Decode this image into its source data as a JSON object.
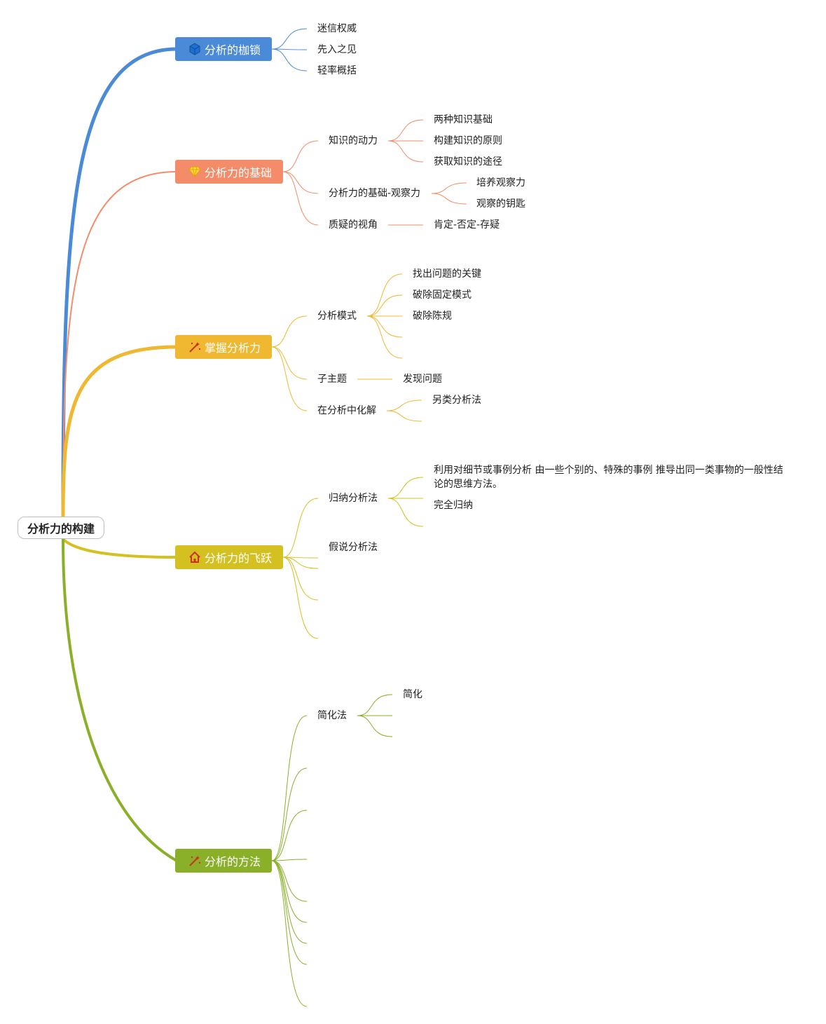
{
  "root": {
    "label": "分析力的构建"
  },
  "branches": [
    {
      "label": "分析的枷锁",
      "color": "#4a8ad6",
      "icon": "cube-icon",
      "children": [
        {
          "label": "迷信权威"
        },
        {
          "label": "先入之见"
        },
        {
          "label": "轻率概括"
        }
      ]
    },
    {
      "label": "分析力的基础",
      "color": "#f48c6a",
      "icon": "diamond-icon",
      "children": [
        {
          "label": "知识的动力",
          "children": [
            {
              "label": "两种知识基础"
            },
            {
              "label": "构建知识的原则"
            },
            {
              "label": "获取知识的途径"
            }
          ]
        },
        {
          "label": "分析力的基础-观察力",
          "children": [
            {
              "label": "培养观察力"
            },
            {
              "label": "观察的钥匙"
            }
          ]
        },
        {
          "label": "质疑的视角",
          "children": [
            {
              "label": "肯定-否定-存疑"
            }
          ]
        }
      ]
    },
    {
      "label": "掌握分析力",
      "color": "#f0b830",
      "icon": "magic-wand-icon",
      "children": [
        {
          "label": "分析模式",
          "children": [
            {
              "label": "找出问题的关键"
            },
            {
              "label": "破除固定模式"
            },
            {
              "label": "破除陈规"
            },
            {
              "label": ""
            },
            {
              "label": ""
            }
          ]
        },
        {
          "label": "子主题",
          "children": [
            {
              "label": "发现问题"
            }
          ]
        },
        {
          "label": "在分析中化解",
          "children": [
            {
              "label": "另类分析法"
            },
            {
              "label": ""
            }
          ]
        }
      ]
    },
    {
      "label": "分析力的飞跃",
      "color": "#d4c020",
      "icon": "home-icon",
      "children": [
        {
          "label": "归纳分析法",
          "children": [
            {
              "label": "利用对细节或事例分析 由一些个别的、特殊的事例 推导出同一类事物的一般性结论的思维方法。"
            },
            {
              "label": "完全归纳"
            },
            {
              "label": ""
            }
          ]
        },
        {
          "label": "假说分析法"
        },
        {
          "label": ""
        },
        {
          "label": ""
        },
        {
          "label": ""
        }
      ]
    },
    {
      "label": "分析的方法",
      "color": "#8ab02a",
      "icon": "magic-wand-icon",
      "children": [
        {
          "label": "简化法",
          "children": [
            {
              "label": "简化"
            },
            {
              "label": ""
            },
            {
              "label": ""
            }
          ]
        },
        {
          "label": ""
        },
        {
          "label": ""
        },
        {
          "label": ""
        },
        {
          "label": ""
        },
        {
          "label": ""
        },
        {
          "label": ""
        },
        {
          "label": ""
        },
        {
          "label": ""
        }
      ]
    }
  ]
}
